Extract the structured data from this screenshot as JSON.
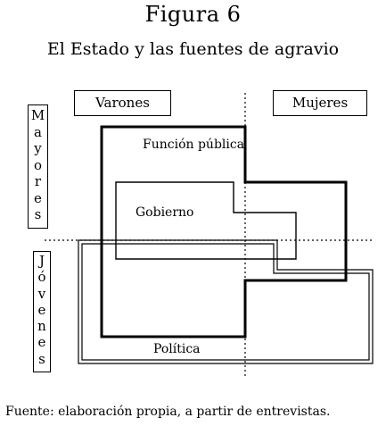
{
  "figure": {
    "title": "Figura 6",
    "subtitle": "El Estado y las fuentes de agravio"
  },
  "axes": {
    "top_left": "Varones",
    "top_right": "Mujeres",
    "left_top": "Mayores",
    "left_bottom": "Jóvenes"
  },
  "regions": {
    "funcion_publica": "Función pública",
    "gobierno": "Gobierno",
    "politica": "Política"
  },
  "source": "Fuente: elaboración propia, a partir de entrevistas.",
  "colors": {
    "line": "#000000",
    "background": "#ffffff"
  }
}
